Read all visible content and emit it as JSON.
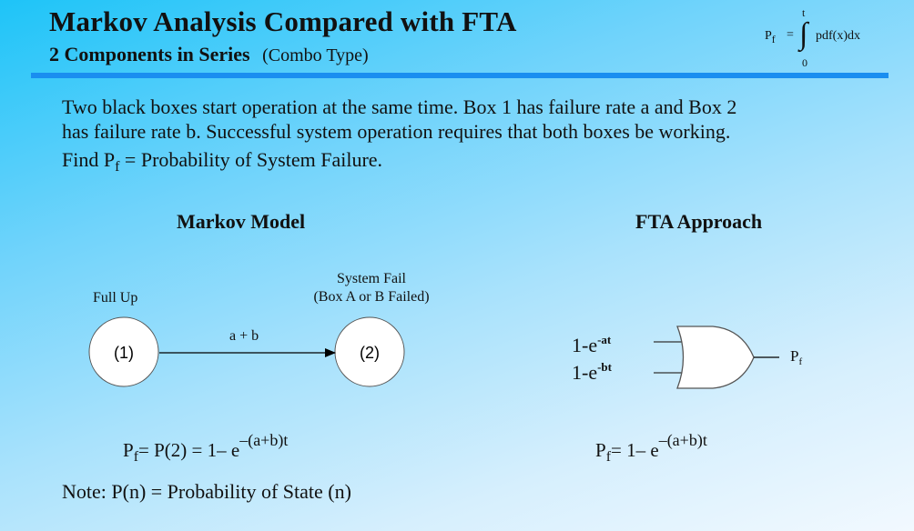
{
  "header": {
    "title": "Markov Analysis Compared with FTA",
    "subtitle": "2 Components in Series",
    "subtitle_note": "(Combo Type)"
  },
  "top_formula": {
    "lhs": "P",
    "lhs_sub": "f",
    "equals": "=",
    "integral_symbol": "∫",
    "upper_limit": "t",
    "lower_limit": "0",
    "integrand": "pdf(x)dx"
  },
  "intro": {
    "line1": "Two black boxes start operation at the same time. Box 1 has failure rate a and Box 2",
    "line2": "has failure rate b. Successful system operation requires that both boxes be working.",
    "find_prefix": "Find P",
    "find_sub": "f",
    "find_suffix": " =  Probability of System Failure."
  },
  "markov": {
    "title": "Markov Model",
    "states": [
      {
        "id": "(1)",
        "label": "Full Up"
      },
      {
        "id": "(2)",
        "label_line1": "System Fail",
        "label_line2": "(Box A or B Failed)"
      }
    ],
    "transition_label": "a + b",
    "equation": {
      "prefix": "P",
      "sub": "f",
      "body": "= P(2) = 1– e",
      "exponent": "–(a+b)t"
    },
    "note": "Note: P(n) = Probability of State (n)"
  },
  "fta": {
    "title": "FTA Approach",
    "gate_type": "OR",
    "inputs": [
      {
        "base": "1-e",
        "exponent": "-at"
      },
      {
        "base": "1-e",
        "exponent": "-bt"
      }
    ],
    "output": {
      "base": "P",
      "sub": "f"
    },
    "equation": {
      "prefix": "P",
      "sub": "f",
      "body": "= 1– e",
      "exponent": "–(a+b)t"
    }
  },
  "colors": {
    "rule": "#1a8ef0",
    "background_start": "#1ec4f8",
    "background_end": "#f2f9ff"
  }
}
